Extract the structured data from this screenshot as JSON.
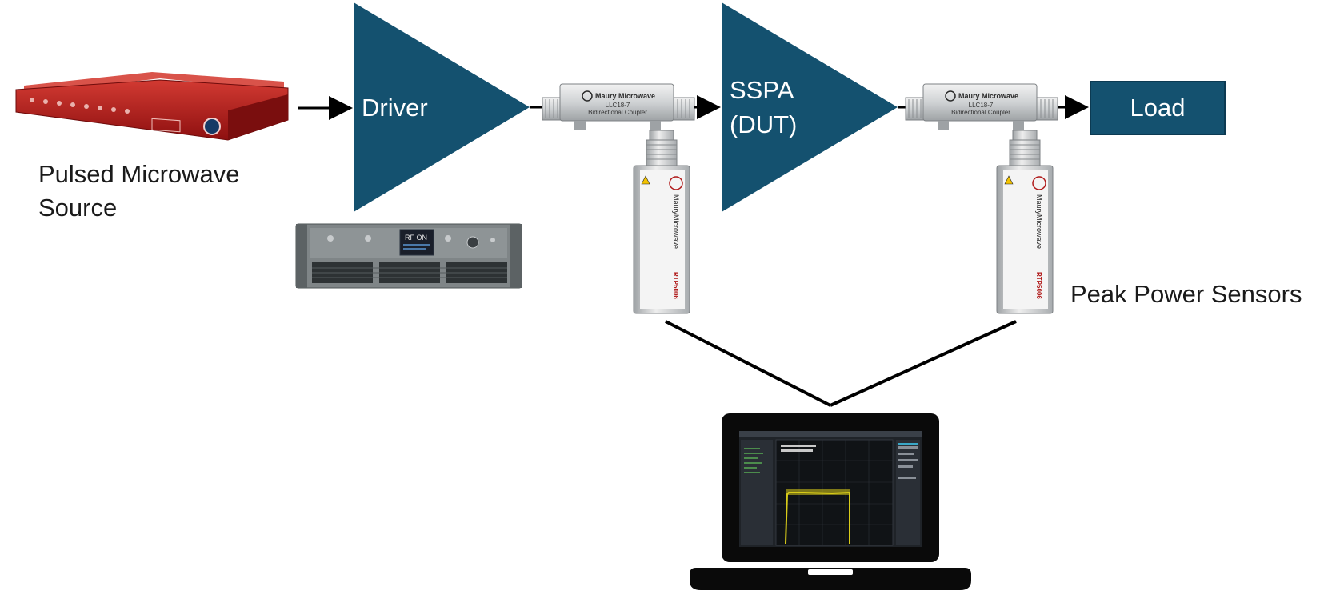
{
  "labels": {
    "source": [
      "Pulsed Microwave",
      "Source"
    ],
    "driver": "Driver",
    "dut": [
      "SSPA",
      "(DUT)"
    ],
    "load": "Load",
    "sensors": "Peak Power Sensors"
  },
  "coupler": {
    "brand": "Maury Microwave",
    "model": "LLC18-7",
    "desc": "Bidirectional Coupler"
  },
  "sensor": {
    "brand": "MauryMicrowave",
    "model": "RTP5006"
  },
  "driver_unit": {
    "display_main": "RF ON"
  },
  "colors": {
    "amplifier": "#14516f",
    "source_body": "#b01818",
    "line": "#000000"
  }
}
